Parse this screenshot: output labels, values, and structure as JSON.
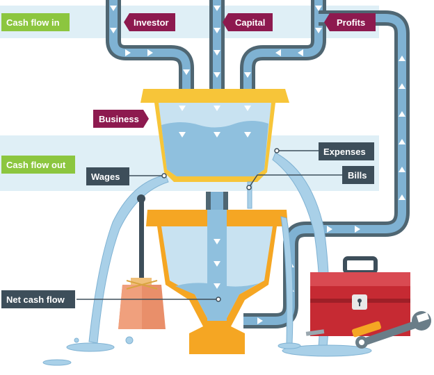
{
  "labels": {
    "cash_flow_in": "Cash flow in",
    "cash_flow_out": "Cash flow out",
    "investor": "Investor",
    "capital": "Capital",
    "profits": "Profits",
    "business": "Business",
    "expenses": "Expenses",
    "wages": "Wages",
    "bills": "Bills",
    "net_cash_flow": "Net cash flow"
  },
  "colors": {
    "band": "#dfeff6",
    "green_label": "#8cc63f",
    "magenta_label": "#8d1a4f",
    "dark_label": "#3d4e5a",
    "pipe_outer": "#4f6672",
    "pipe_inner": "#7fb2d3",
    "water": "#8fc0de",
    "water_light": "#c8e2f1",
    "yellow_tank": "#f7c539",
    "orange_tank": "#f5a623",
    "toolbox": "#c62a33"
  },
  "icons": [
    "wrench-icon",
    "toolbox-icon",
    "padlock-icon",
    "arrow-up-icon",
    "arrow-down-icon"
  ]
}
